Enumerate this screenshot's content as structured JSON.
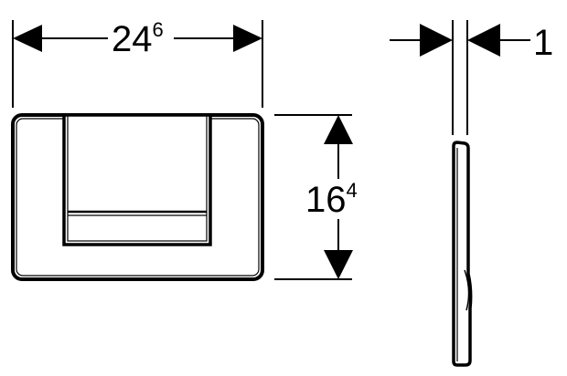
{
  "dimensions": {
    "width": {
      "main": "24",
      "sup": "6"
    },
    "height": {
      "main": "16",
      "sup": "4"
    },
    "thickness": {
      "main": "1"
    }
  },
  "colors": {
    "line": "#000000",
    "background": "#ffffff"
  }
}
